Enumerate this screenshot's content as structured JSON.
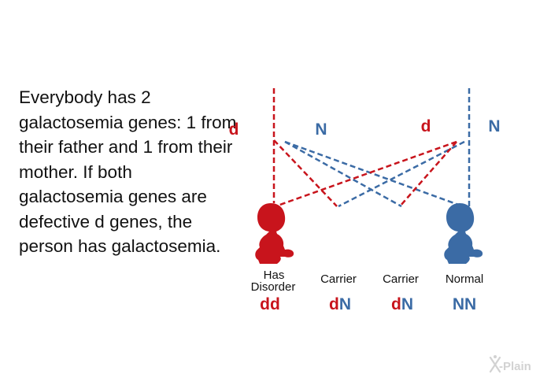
{
  "explanation": "Everybody has 2 galactosemia genes: 1 from their father and 1 from their mother. If both galactosemia genes are defective d genes, the person has galactosemia.",
  "colors": {
    "defective": "#c8141c",
    "normal": "#3b6ba5"
  },
  "parents": [
    {
      "left_gene": "d",
      "right_gene": "N"
    },
    {
      "left_gene": "d",
      "right_gene": "N"
    }
  ],
  "children": [
    {
      "status_line1": "Has",
      "status_line2": "Disorder",
      "gene1": "d",
      "gene2": "d",
      "fill": "red"
    },
    {
      "status_line1": "Carrier",
      "status_line2": "",
      "gene1": "d",
      "gene2": "N",
      "fill": "split"
    },
    {
      "status_line1": "Carrier",
      "status_line2": "",
      "gene1": "d",
      "gene2": "N",
      "fill": "split"
    },
    {
      "status_line1": "Normal",
      "status_line2": "",
      "gene1": "N",
      "gene2": "N",
      "fill": "blue"
    }
  ],
  "watermark": "X-Plain"
}
